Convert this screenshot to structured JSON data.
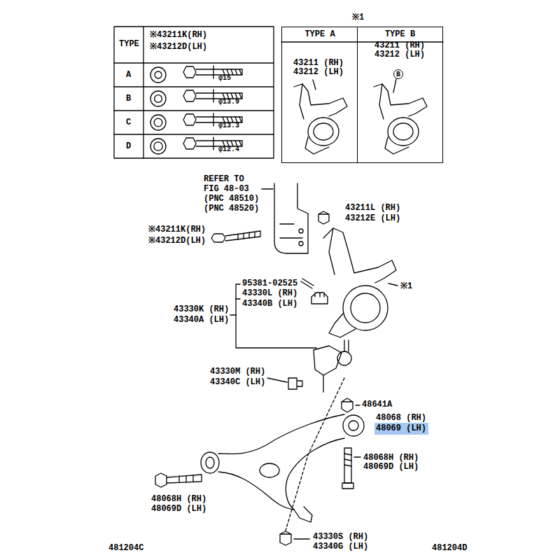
{
  "diagram": {
    "nodes": [
      {
        "text": [
          "※1"
        ]
      },
      {
        "text": [
          "TYPE A",
          "43211 (RH) 43212 (LH)"
        ],
        "in": 0
      },
      {
        "text": [
          "TYPE B",
          "43211 (RH) 43212 (LH)"
        ],
        "in": 0
      },
      {
        "text": [
          "B"
        ],
        "in": 2
      },
      {
        "text": [
          "48069 (LH)"
        ]
      }
    ],
    "labels": [
      "TYPE",
      "※43211K(RH)",
      "※43212D(LH)",
      "A",
      "B",
      "C",
      "D",
      "φ15",
      "φ13.9",
      "φ13.3",
      "φ12.4",
      "REFER TO",
      "FIG 48-03",
      "(PNC 48510)",
      "(PNC 48520)",
      "43211L (RH)",
      "43212E (LH)",
      "※43211K(RH)",
      "※43212D(LH)",
      "95381-02525",
      "43330L (RH)",
      "43340B (LH)",
      "43330K (RH)",
      "43340A (LH)",
      "※1",
      "43330M (RH)",
      "43340C (LH)",
      "48641A",
      "48068 (RH)",
      "48068H (RH)",
      "48069D (LH)",
      "48068H (RH)",
      "48069D (LH)",
      "43330S (RH)",
      "43340G (LH)",
      "481204C",
      "481204D"
    ]
  }
}
